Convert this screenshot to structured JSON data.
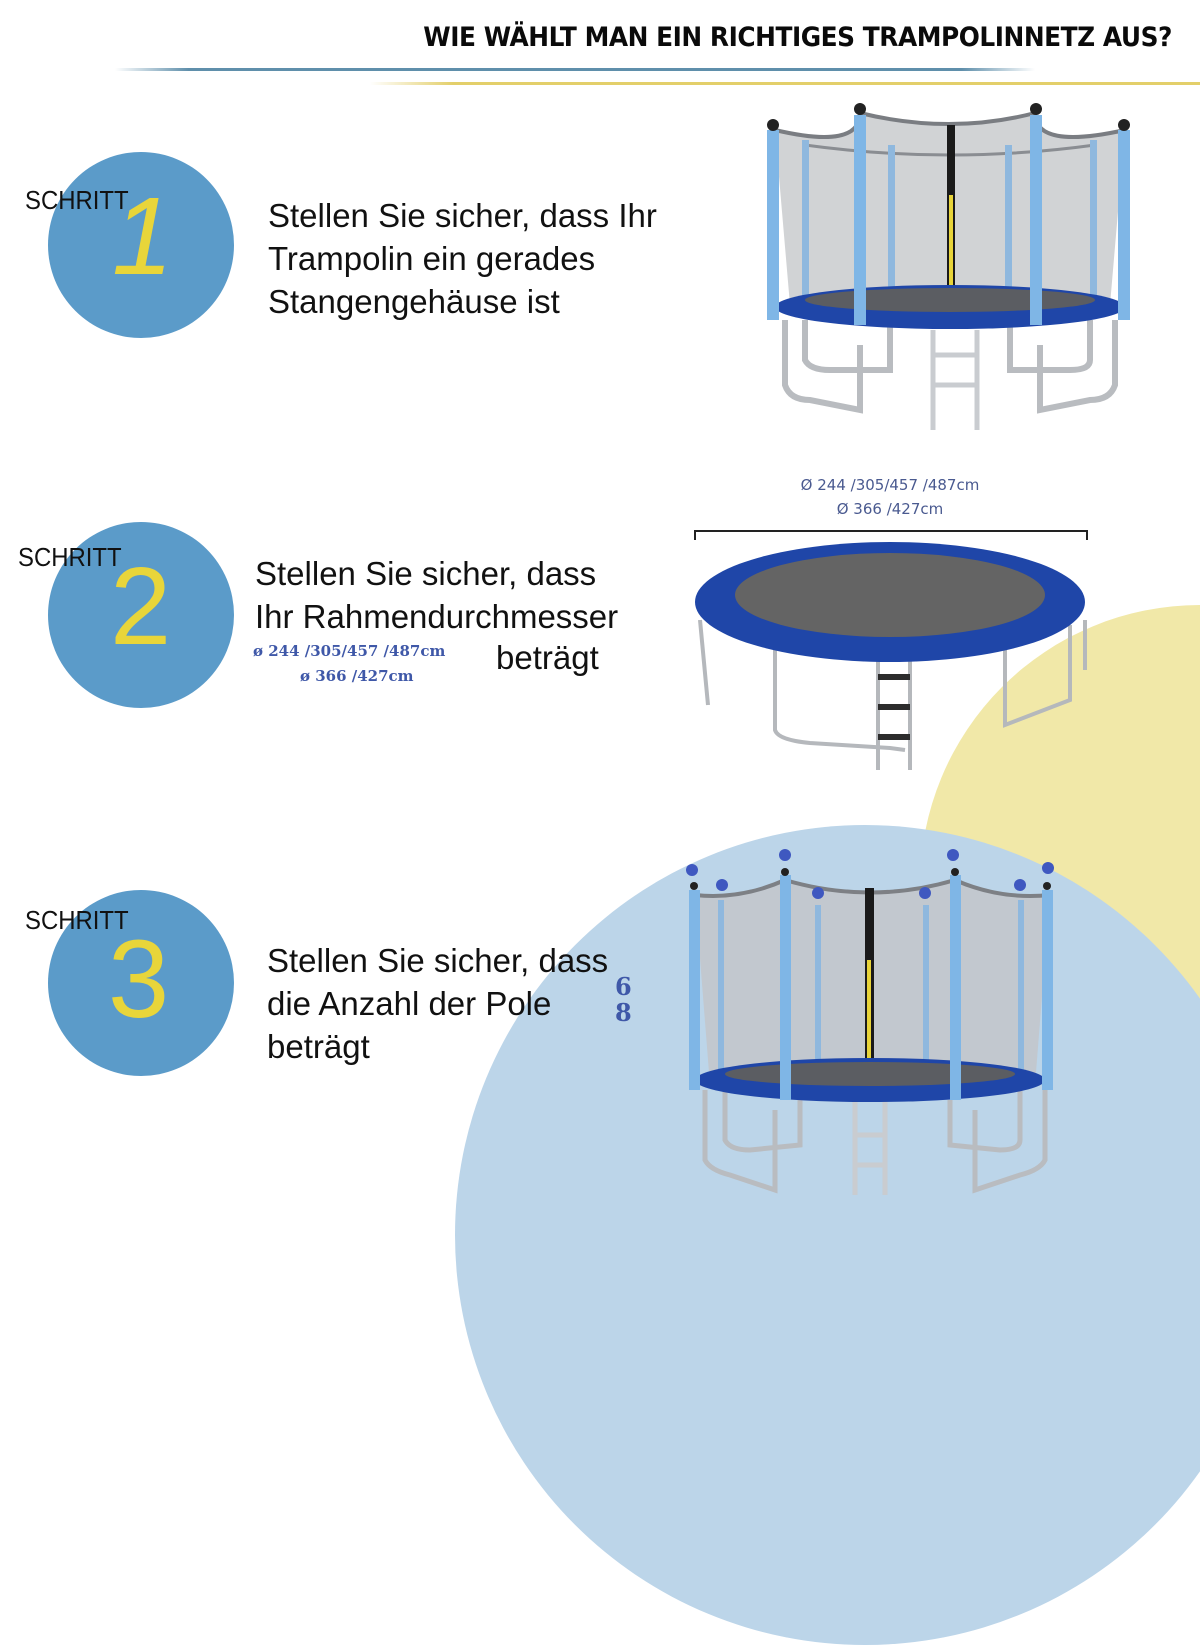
{
  "header": {
    "title": "WIE WÄHLT MAN EIN RICHTIGES TRAMPOLINNETZ AUS?",
    "accent_line_colors": [
      "#5f8fab",
      "#e3cf6a"
    ]
  },
  "colors": {
    "step_circle": "#5b9bc9",
    "step_number": "#e8d53a",
    "dimension_text": "#3f58a8",
    "bg_circle_yellow": "#f1e8a8",
    "bg_circle_blue": "#bcd5e9",
    "trampoline_pad": "#1f46a8",
    "trampoline_pole": "#7fb6e6"
  },
  "steps": [
    {
      "label": "SCHRITT",
      "number": "1",
      "text_lines": [
        "Stellen Sie sicher, dass Ihr",
        "Trampolin ein gerades",
        "Stangengehäuse ist"
      ],
      "image": "trampoline-with-straight-pole-enclosure"
    },
    {
      "label": "SCHRITT",
      "number": "2",
      "text_lines": [
        "Stellen Sie sicher, dass",
        "Ihr Rahmendurchmesser"
      ],
      "text_suffix": "beträgt",
      "inline_sizes": [
        "ø 244 /305/457 /487cm",
        "ø 366 /427cm"
      ],
      "image": "trampoline-frame-diameter",
      "image_sizes": [
        "Ø 244 /305/457 /487cm",
        "Ø 366 /427cm"
      ]
    },
    {
      "label": "SCHRITT",
      "number": "3",
      "text_lines": [
        "Stellen Sie sicher, dass",
        "die Anzahl der Pole",
        "beträgt"
      ],
      "pole_counts": [
        "6",
        "8"
      ],
      "image": "trampoline-pole-count"
    }
  ]
}
